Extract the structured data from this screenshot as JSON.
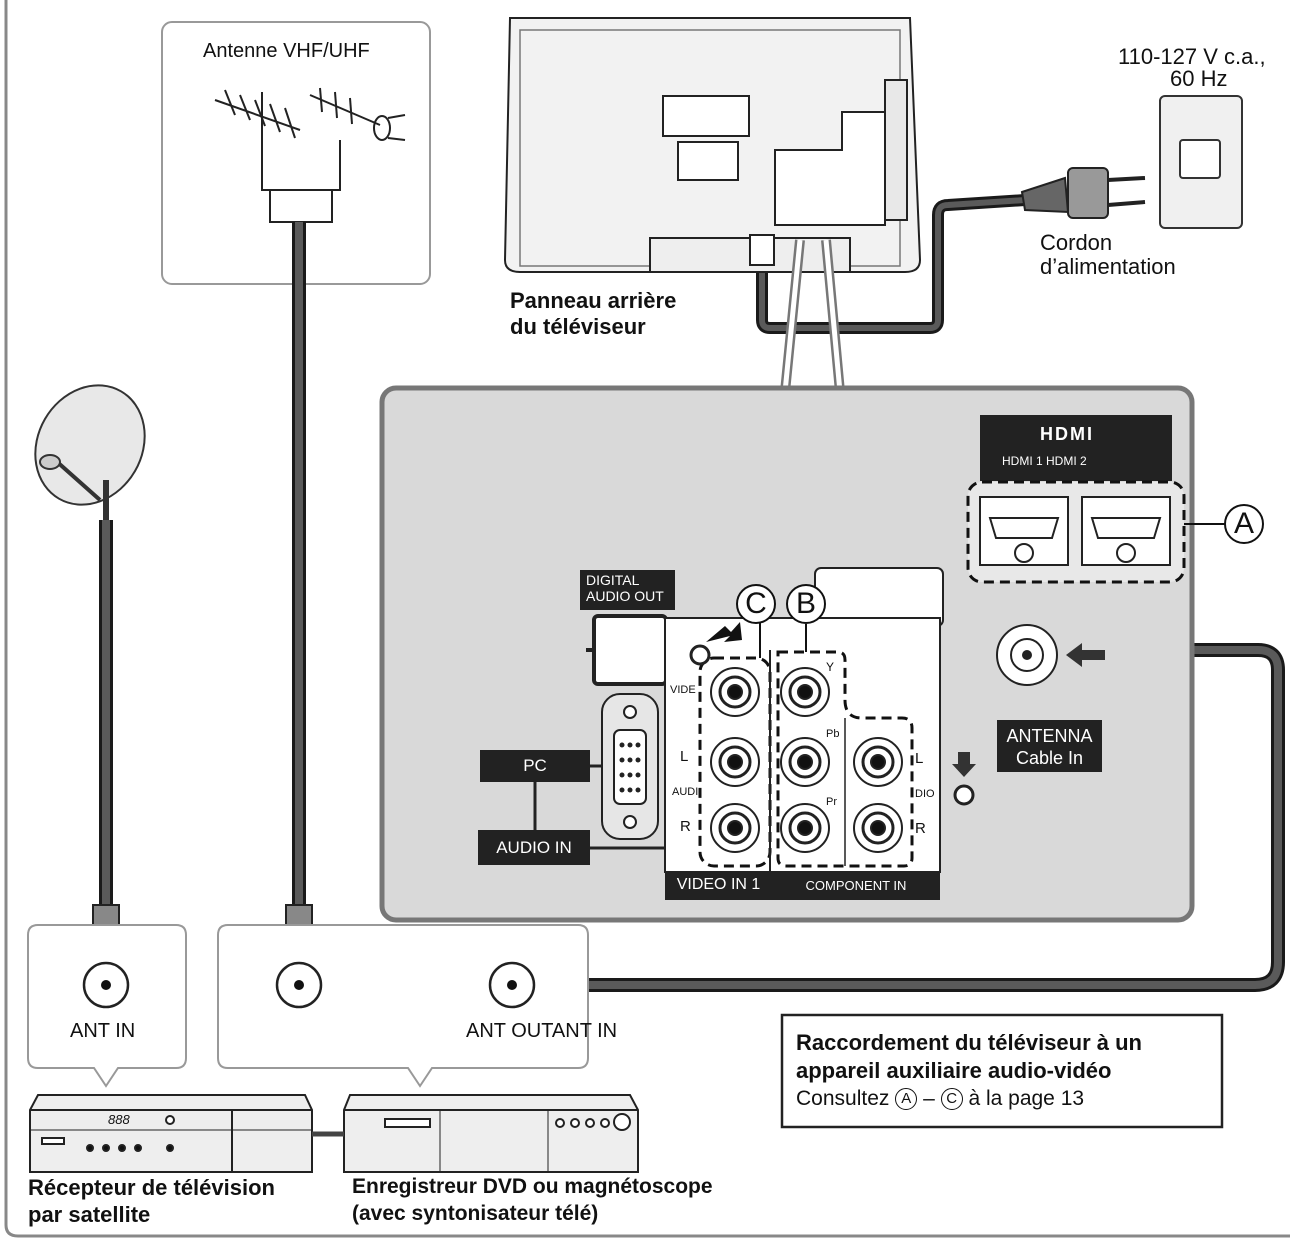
{
  "labels": {
    "antenna_vhf_uhf": "Antenne VHF/UHF",
    "power_spec_line1": "110-127 V c.a.,",
    "power_spec_line2": "60 Hz",
    "power_cord_line1": "Cordon",
    "power_cord_line2": "d’alimentation",
    "rear_panel_line1": "Panneau arrière",
    "rear_panel_line2": "du téléviseur",
    "hdmi_logo": "HDMI",
    "hdmi_ports": "HDMI 1 HDMI 2",
    "digital_audio_line1": "DIGITAL",
    "digital_audio_line2": "AUDIO OUT",
    "pc": "PC",
    "audio_in": "AUDIO IN",
    "video_in_1": "VIDEO IN 1",
    "component_in": "COMPONENT IN",
    "antenna_line1": "ANTENNA",
    "antenna_line2": "Cable In",
    "port_video": "VIDE",
    "port_l": "L",
    "port_audio_left": "AUDI",
    "port_r": "R",
    "port_y": "Y",
    "port_pb": "Pb",
    "port_pr": "Pr",
    "port_audio_right": "DIO",
    "ant_in_satellite": "ANT IN",
    "ant_out_ant_in": "ANT OUTANT IN",
    "callout_a": "A",
    "callout_b": "B",
    "callout_c": "C",
    "satellite_receiver_line1": "Récepteur de télévision",
    "satellite_receiver_line2": "par satellite",
    "dvd_recorder_line1": "Enregistreur DVD ou magnétoscope",
    "dvd_recorder_line2": "(avec syntonisateur télé)",
    "dvd_display": "888",
    "note_title_line1": "Raccordement du téléviseur à un",
    "note_title_line2": "appareil auxiliaire audio-vidéo",
    "note_consult": "Consultez",
    "note_ref_a": "A",
    "note_dash": "–",
    "note_ref_c": "C",
    "note_page": "à la page 13"
  },
  "colors": {
    "cable": "#5a5a5a",
    "cable_outline": "#1a1a1a",
    "panel_fill": "#d9d9d9",
    "panel_border": "#777777",
    "dark_label": "#222222"
  }
}
